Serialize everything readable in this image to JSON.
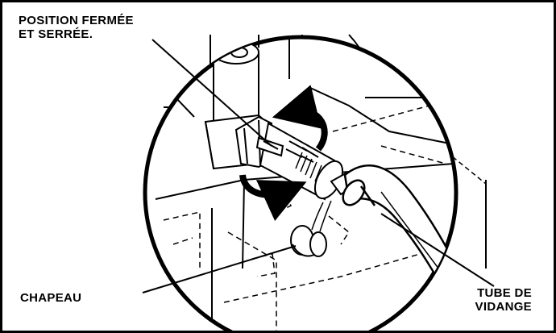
{
  "labels": {
    "closed_position": [
      "POSITION FERMÉE",
      "ET SERRÉE."
    ],
    "cap": "CHAPEAU",
    "drain_tube": [
      "TUBE DE",
      "VIDANGE"
    ]
  },
  "colors": {
    "ink": "#000000",
    "paper": "#ffffff"
  }
}
